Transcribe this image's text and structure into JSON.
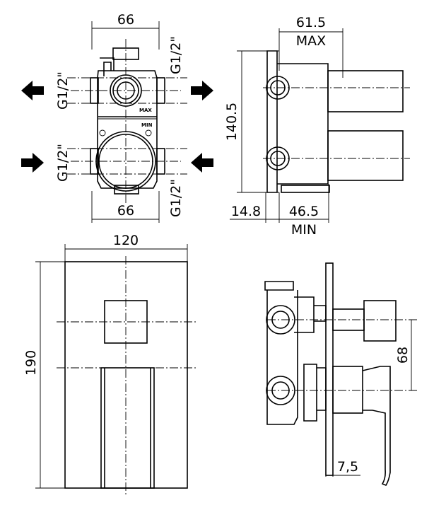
{
  "front_valve_view": {
    "width_top": "66",
    "width_bottom": "66",
    "port_top_left": "G1/2\"",
    "port_bottom_left": "G1/2\"",
    "port_top_right": "G1/2\"",
    "port_bottom_right": "G1/2\"",
    "body_max_mark": "MAX",
    "body_min_mark": "MIN"
  },
  "side_valve_view": {
    "depth_max": "61.5",
    "depth_max_label": "MAX",
    "height": "140.5",
    "offset": "14.8",
    "depth_min": "46.5",
    "depth_min_label": "MIN"
  },
  "front_plate_view": {
    "width": "120",
    "height": "190"
  },
  "side_assembly_view": {
    "axis_distance": "68",
    "plate_thickness": "7,5"
  }
}
